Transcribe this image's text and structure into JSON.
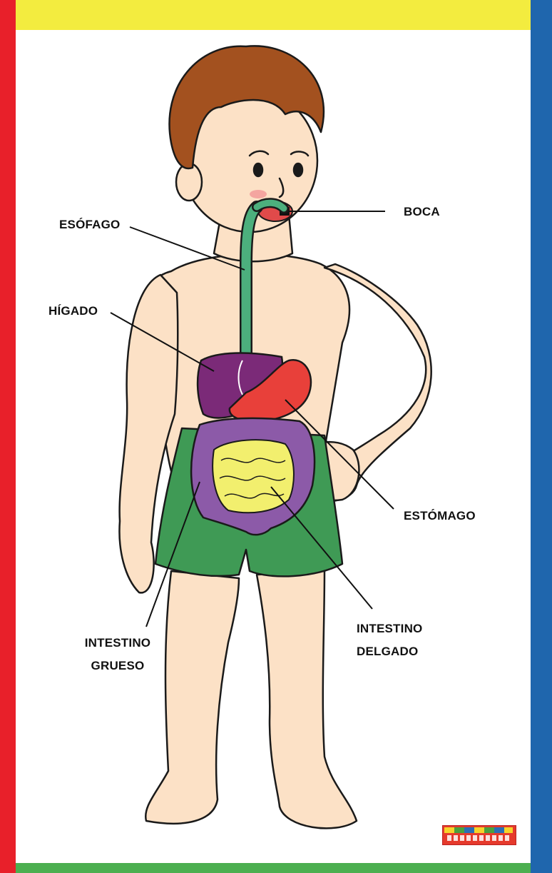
{
  "frame": {
    "colors": {
      "left": "#e8202a",
      "right": "#1f66ad",
      "top": "#f3ec3f",
      "bottom": "#4caf50"
    }
  },
  "colors": {
    "skin": "#fce1c6",
    "hair": "#a3511f",
    "shorts": "#3f9a55",
    "esophagus": "#4caf7d",
    "liver": "#7b2a78",
    "stomach": "#e8403a",
    "large_intestine": "#8c5aa8",
    "small_intestine": "#f2ef6e",
    "outline": "#1a1a1a"
  },
  "labels": {
    "boca": "BOCA",
    "esofago": "ESÓFAGO",
    "higado": "HÍGADO",
    "estomago": "ESTÓMAGO",
    "intestino_grueso_1": "INTESTINO",
    "intestino_grueso_2": "GRUESO",
    "intestino_delgado_1": "INTESTINO",
    "intestino_delgado_2": "DELGADO"
  },
  "icons": [
    "publisher-logo"
  ]
}
